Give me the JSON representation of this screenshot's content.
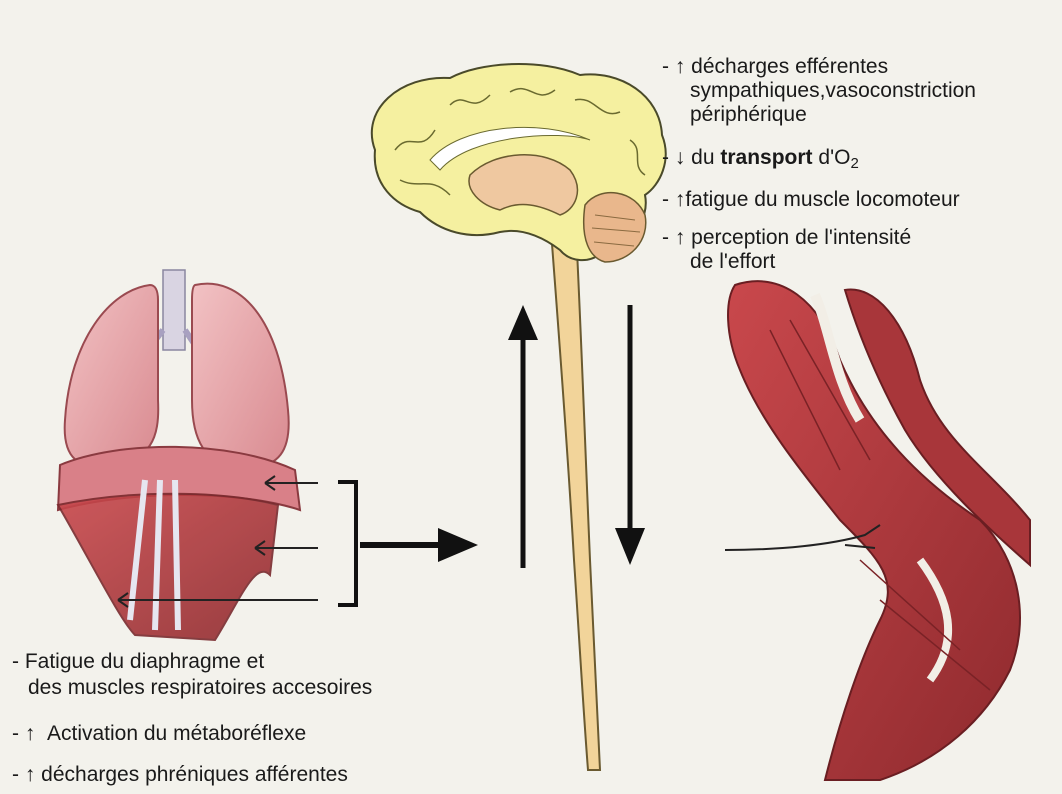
{
  "top_right_list": [
    {
      "symbol": "↑",
      "line1": "décharges efférentes",
      "line2": "sympathiques,vasoconstriction",
      "line3": "périphérique"
    },
    {
      "symbol": "↓",
      "prefix": "du",
      "bold": "transport",
      "suffix": "d'O",
      "subscript": "2"
    },
    {
      "symbol": "↑",
      "line1": "fatigue du muscle locomoteur"
    },
    {
      "symbol": "↑",
      "line1": "perception de l'intensité",
      "line2": "de l'effort"
    }
  ],
  "bottom_left_list": [
    {
      "symbol": "",
      "line1": "Fatigue du diaphragme et",
      "line2": "des muscles respiratoires accesoires"
    },
    {
      "symbol": "↑",
      "line1": "Activation du métaboréflexe"
    },
    {
      "symbol": "↑",
      "line1": "décharges phréniques afférentes"
    }
  ],
  "colors": {
    "background": "#f3f2ec",
    "brain": "#f5f0a0",
    "brain_outline": "#4a4a2a",
    "spinal_cord": "#f2d49a",
    "lung": "#e8a9ad",
    "muscle": "#b23a3e",
    "arrow": "#111111"
  },
  "icons": [
    "brain-icon",
    "lungs-icon",
    "leg-muscles-icon",
    "spinal-cord-icon"
  ]
}
